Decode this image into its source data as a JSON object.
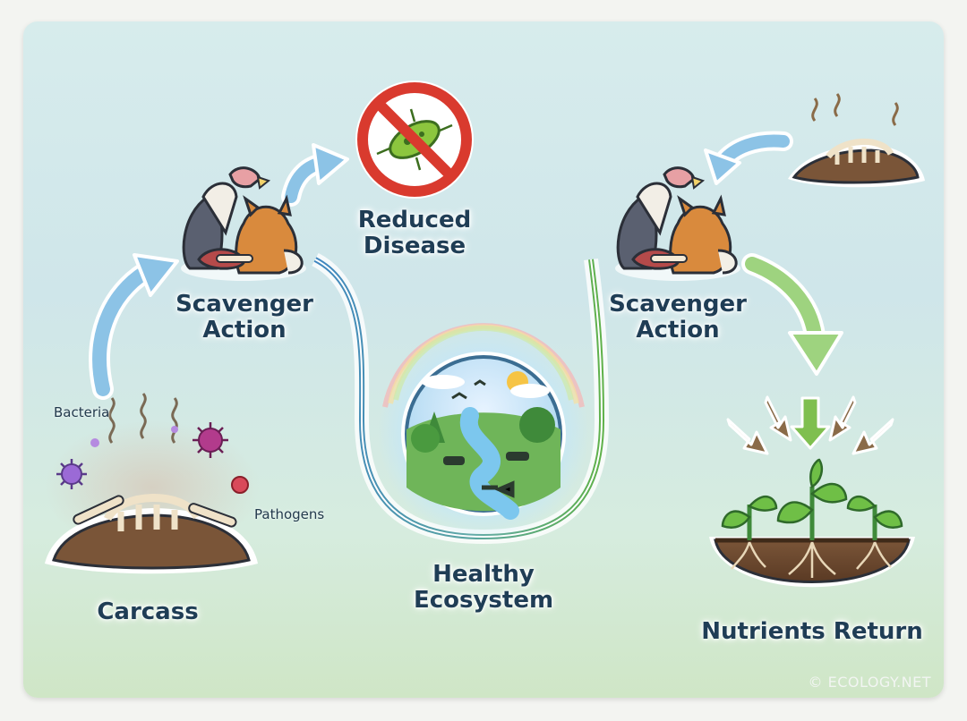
{
  "labels": {
    "reduced_disease": [
      "Reduced",
      "Disease"
    ],
    "scavenger_left": [
      "Scavenger",
      "Action"
    ],
    "scavenger_right": [
      "Scavenger",
      "Action"
    ],
    "healthy_ecosystem": [
      "Healthy",
      "Ecosystem"
    ],
    "carcass": "Carcass",
    "nutrients_return": "Nutrients Return",
    "bacteria": "Bacteria",
    "pathogens": "Pathogens"
  },
  "copyright": "© ECOLOGY.NET",
  "colors": {
    "arrow_blue": "#8cc3e6",
    "arrow_green": "#9ed37f",
    "ring_blue": "#4a90c2",
    "ring_green": "#5fb14a",
    "prohibit_red": "#d93a2e",
    "label_text": "#1f3d55"
  },
  "icons": [
    "vulture-icon",
    "fox-icon",
    "bacteria-prohibited-icon",
    "carcass-icon",
    "ecosystem-globe-icon",
    "sprout-icon",
    "soil-icon"
  ]
}
